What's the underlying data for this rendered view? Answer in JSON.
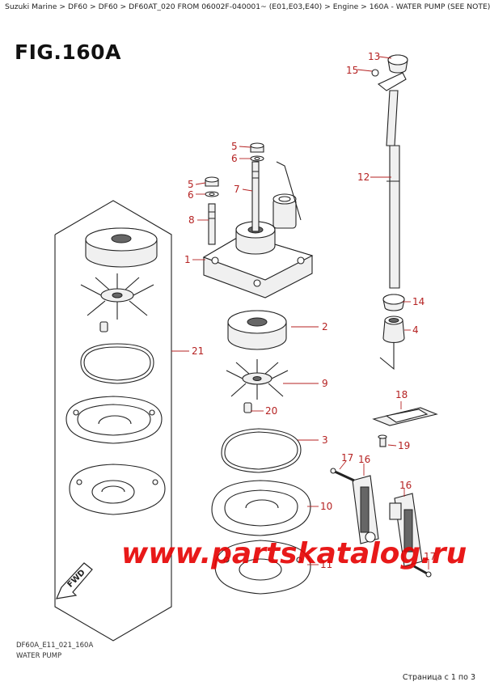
{
  "breadcrumb": "Suzuki Marine > DF60 > DF60 > DF60AT_020 FROM 06002F-040001~ (E01,E03,E40) > Engine > 160A - WATER PUMP (SEE NOTE)",
  "figure_title": "FIG.160A",
  "footer_code": "DF60A_E11_021_160A",
  "footer_name": "WATER PUMP",
  "pagination": "Страница с 1 по 3",
  "watermark": "www.partskatalog.ru",
  "fwd_label": "FWD",
  "callouts": {
    "c1": "1",
    "c2": "2",
    "c3": "3",
    "c4": "4",
    "c5a": "5",
    "c5b": "5",
    "c6a": "6",
    "c6b": "6",
    "c7": "7",
    "c8": "8",
    "c9": "9",
    "c10": "10",
    "c11": "11",
    "c12": "12",
    "c13": "13",
    "c14": "14",
    "c15": "15",
    "c16a": "16",
    "c16b": "16",
    "c17a": "17",
    "c17b": "17",
    "c18": "18",
    "c19": "19",
    "c20": "20",
    "c21": "21"
  }
}
